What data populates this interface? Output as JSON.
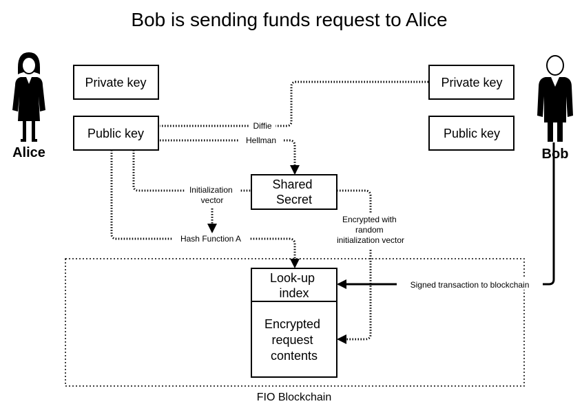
{
  "title": "Bob is sending funds request to Alice",
  "alice": {
    "name": "Alice",
    "private_key": "Private key",
    "public_key": "Public key"
  },
  "bob": {
    "name": "Bob",
    "private_key": "Private key",
    "public_key": "Public key"
  },
  "shared_secret": [
    "Shared",
    "Secret"
  ],
  "labels": {
    "diffie": "Diffie",
    "hellman": "Hellman",
    "init_vector": [
      "Initialization",
      "vector"
    ],
    "hash_function": "Hash Function A",
    "encrypted_with": [
      "Encrypted with",
      "random",
      "initialization vector"
    ],
    "signed_tx": "Signed transaction to blockchain"
  },
  "blockchain": {
    "name": "FIO Blockchain",
    "lookup_index": [
      "Look-up",
      "index"
    ],
    "encrypted_contents": [
      "Encrypted",
      "request",
      "contents"
    ]
  }
}
